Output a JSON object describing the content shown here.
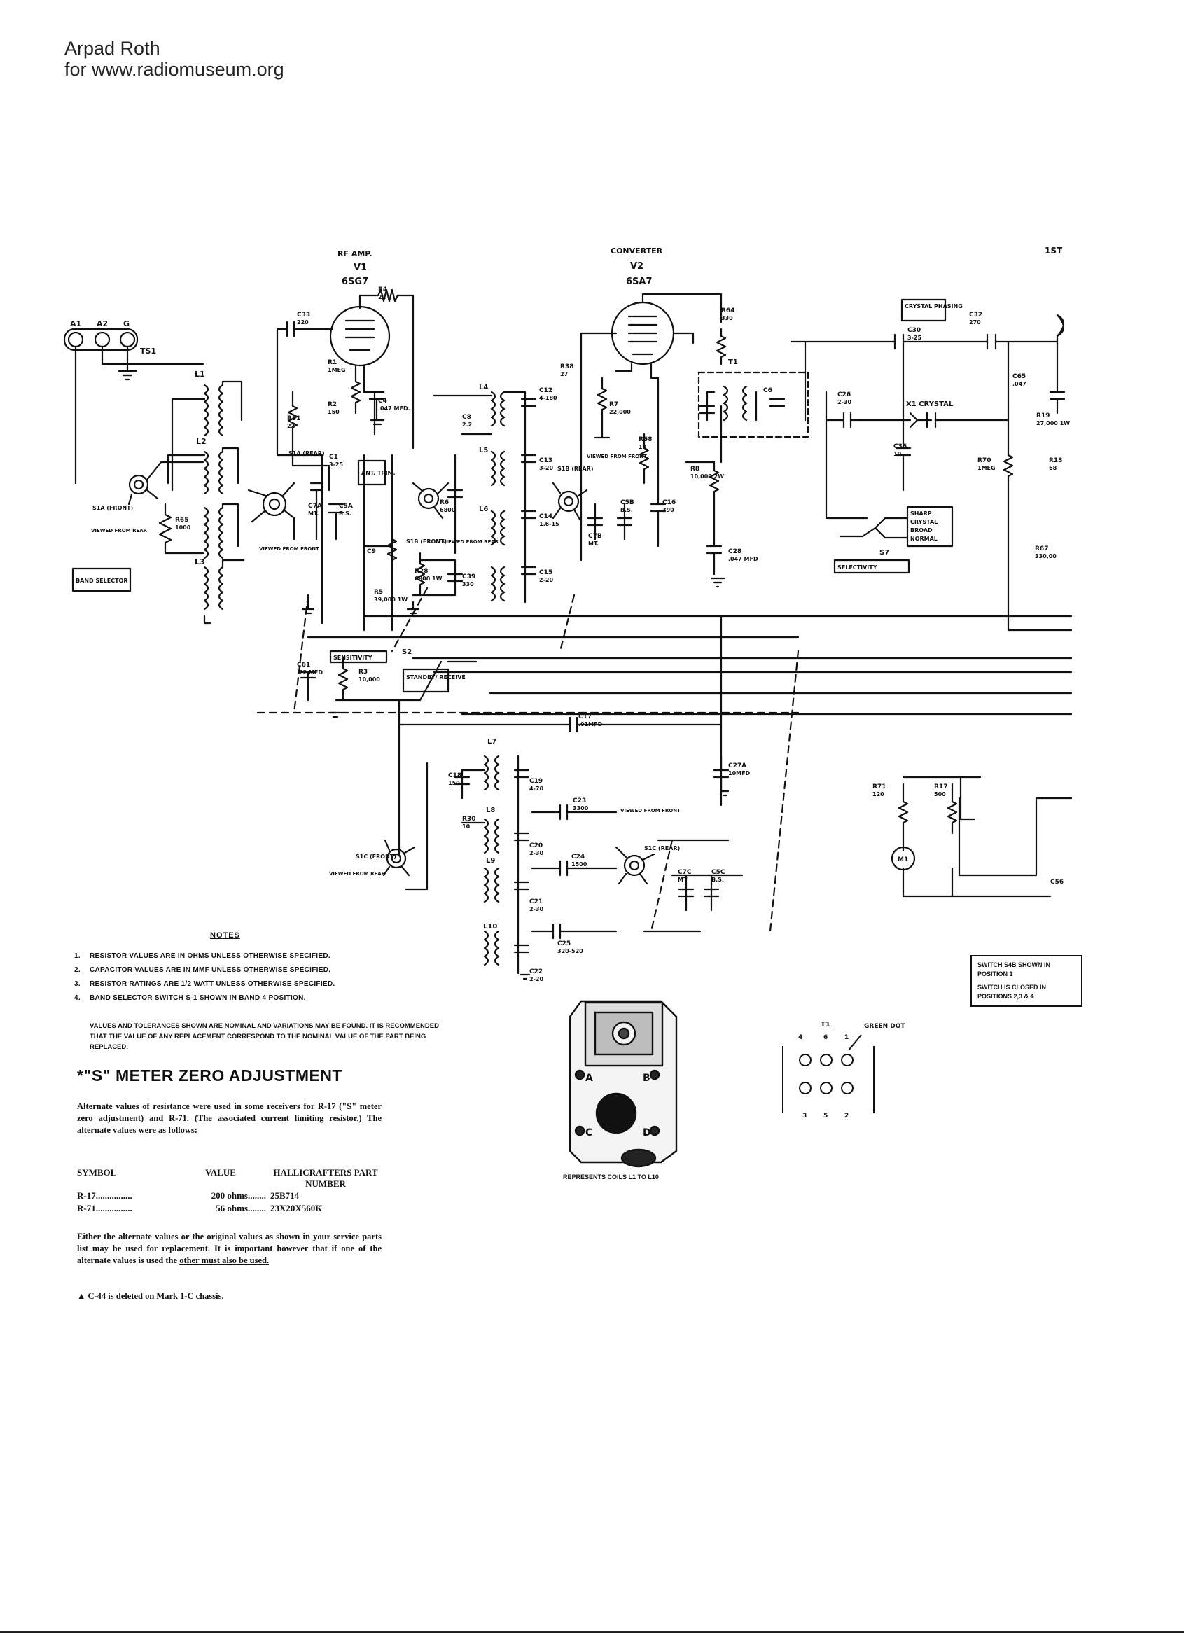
{
  "credit": {
    "line1": "Arpad Roth",
    "line2": "for www.radiomuseum.org"
  },
  "tubes": {
    "v1": {
      "title": "RF AMP.",
      "ref": "V1",
      "type": "6SG7"
    },
    "v2": {
      "title": "CONVERTER",
      "ref": "V2",
      "type": "6SA7"
    },
    "if_hint": "1ST"
  },
  "labels": {
    "antenna": [
      "A1",
      "A2",
      "G"
    ],
    "ts1": "TS1",
    "l1": "L1",
    "l2": "L2",
    "l3": "L3",
    "l4": "L4",
    "l5": "L5",
    "l6": "L6",
    "l7": "L7",
    "l8": "L8",
    "l9": "L9",
    "l10": "L10",
    "s1a_front": "S1A (FRONT)",
    "s1a_rear": "S1A (REAR)",
    "s1b_front": "S1B (FRONT)",
    "s1b_rear": "S1B (REAR)",
    "s1c_front": "S1C (FRONT)",
    "s1c_rear": "S1C (REAR)",
    "viewed_from_rear": "VIEWED FROM REAR",
    "viewed_from_front": "VIEWED FROM FRONT",
    "band_selector": "BAND SELECTOR",
    "ant_trim": "ANT. TRIM.",
    "sensitivity": "SENSITIVITY",
    "standby_receive": "STANDBY/ RECEIVE",
    "s2": "S2",
    "crystal_phasing": "CRYSTAL PHASING",
    "x1": "X1 CRYSTAL",
    "selectivity": "SELECTIVITY",
    "s7": "S7",
    "sharp": "SHARP",
    "crystal": "CRYSTAL",
    "broad": "BROAD",
    "normal": "NORMAL",
    "t1": "T1",
    "m1": "M1",
    "green_dot": "GREEN DOT",
    "pin_top": [
      "4",
      "6",
      "1"
    ],
    "pin_bottom": [
      "3",
      "5",
      "2"
    ],
    "coil_terms": [
      "A",
      "B",
      "C",
      "D"
    ]
  },
  "components": [
    {
      "ref": "C33",
      "val": "220"
    },
    {
      "ref": "R1",
      "val": "1MEG"
    },
    {
      "ref": "R2",
      "val": "150"
    },
    {
      "ref": "C4",
      "val": ".047 MFD."
    },
    {
      "ref": "R4",
      "val": "22"
    },
    {
      "ref": "R51",
      "val": "22"
    },
    {
      "ref": "C1",
      "val": "3-25"
    },
    {
      "ref": "C7A",
      "val": "MT."
    },
    {
      "ref": "C5A",
      "val": "B.S."
    },
    {
      "ref": "R65",
      "val": "1000"
    },
    {
      "ref": "C9",
      "val": ""
    },
    {
      "ref": "R5",
      "val": "39,000 1W"
    },
    {
      "ref": "R28",
      "val": "6800 1W"
    },
    {
      "ref": "C39",
      "val": "330"
    },
    {
      "ref": "R6",
      "val": "6800"
    },
    {
      "ref": "C8",
      "val": "2.2"
    },
    {
      "ref": "C12",
      "val": "4-180"
    },
    {
      "ref": "C13",
      "val": "3-20"
    },
    {
      "ref": "C14",
      "val": "1.6-15"
    },
    {
      "ref": "C15",
      "val": "2-20"
    },
    {
      "ref": "R38",
      "val": "27"
    },
    {
      "ref": "R7",
      "val": "22,000"
    },
    {
      "ref": "R68",
      "val": "10"
    },
    {
      "ref": "C7B",
      "val": "MT."
    },
    {
      "ref": "C5B",
      "val": "B.S."
    },
    {
      "ref": "C16",
      "val": "390"
    },
    {
      "ref": "R8",
      "val": "10,000 2W"
    },
    {
      "ref": "C28",
      "val": ".047 MFD"
    },
    {
      "ref": "R64",
      "val": "330"
    },
    {
      "ref": "C6",
      "val": ""
    },
    {
      "ref": "C26",
      "val": "2-30"
    },
    {
      "ref": "C30",
      "val": "3-25"
    },
    {
      "ref": "C32",
      "val": "270"
    },
    {
      "ref": "C36",
      "val": "10"
    },
    {
      "ref": "C65",
      "val": ".047"
    },
    {
      "ref": "R70",
      "val": "1MEG"
    },
    {
      "ref": "R19",
      "val": "27,000 1W"
    },
    {
      "ref": "R13",
      "val": "68"
    },
    {
      "ref": "R67",
      "val": "330,00"
    },
    {
      "ref": "C61",
      "val": ".22 MFD"
    },
    {
      "ref": "R3",
      "val": "10,000"
    },
    {
      "ref": "C17",
      "val": ".01MFD"
    },
    {
      "ref": "C18",
      "val": "150"
    },
    {
      "ref": "C19",
      "val": "4-70"
    },
    {
      "ref": "R30",
      "val": "10"
    },
    {
      "ref": "C23",
      "val": "3300"
    },
    {
      "ref": "C20",
      "val": "2-30"
    },
    {
      "ref": "C24",
      "val": "1500"
    },
    {
      "ref": "C21",
      "val": "2-30"
    },
    {
      "ref": "C25",
      "val": "320-520"
    },
    {
      "ref": "C22",
      "val": "2-20"
    },
    {
      "ref": "C27A",
      "val": "10MFD"
    },
    {
      "ref": "C7C",
      "val": "MT"
    },
    {
      "ref": "C5C",
      "val": "B.S."
    },
    {
      "ref": "R71",
      "val": "120"
    },
    {
      "ref": "R17",
      "val": "500"
    },
    {
      "ref": "C56",
      "val": ""
    }
  ],
  "notes": {
    "title": "NOTES",
    "items": [
      {
        "n": "1.",
        "text": "RESISTOR VALUES ARE IN OHMS UNLESS OTHERWISE SPECIFIED."
      },
      {
        "n": "2.",
        "text": "CAPACITOR VALUES ARE IN MMF UNLESS OTHERWISE SPECIFIED."
      },
      {
        "n": "3.",
        "text": "RESISTOR RATINGS ARE 1/2 WATT UNLESS OTHERWISE SPECIFIED."
      },
      {
        "n": "4.",
        "text": "BAND SELECTOR SWITCH S-1 SHOWN IN BAND 4 POSITION."
      }
    ],
    "values_note": "VALUES AND TOLERANCES SHOWN ARE NOMINAL AND VARIATIONS MAY BE FOUND. IT IS RECOMMENDED THAT THE VALUE OF ANY REPLACEMENT CORRESPOND TO THE NOMINAL VALUE OF THE PART BEING REPLACED."
  },
  "s_meter": {
    "title": "*\"S\" METER ZERO ADJUSTMENT",
    "body": "Alternate values of resistance were used in some receivers for R-17 (\"S\" meter zero adjustment) and R-71. (The associated current limiting resistor.) The alternate values were as follows:",
    "headers": {
      "symbol": "SYMBOL",
      "value": "VALUE",
      "part": "HALLICRAFTERS PART NUMBER"
    },
    "rows": [
      {
        "symbol": "R-17................",
        "value": "200 ohms........",
        "part": "25B714"
      },
      {
        "symbol": "R-71................",
        "value": "56 ohms........",
        "part": "23X20X560K"
      }
    ],
    "alt_text": "Either the alternate values or the original values as shown in your service parts list may be used for replacement. It is important however that if one of the alternate values is used the",
    "alt_underline": "other must also be used.",
    "deleted": "▲ C-44 is deleted on Mark 1-C chassis."
  },
  "switch_note": {
    "line1": "SWITCH S4B SHOWN IN POSITION 1",
    "line2": "SWITCH IS CLOSED IN POSITIONS 2,3 & 4"
  },
  "coil_caption": "REPRESENTS COILS L1 TO L10",
  "colors": {
    "ink": "#111111",
    "paper": "#ffffff"
  }
}
